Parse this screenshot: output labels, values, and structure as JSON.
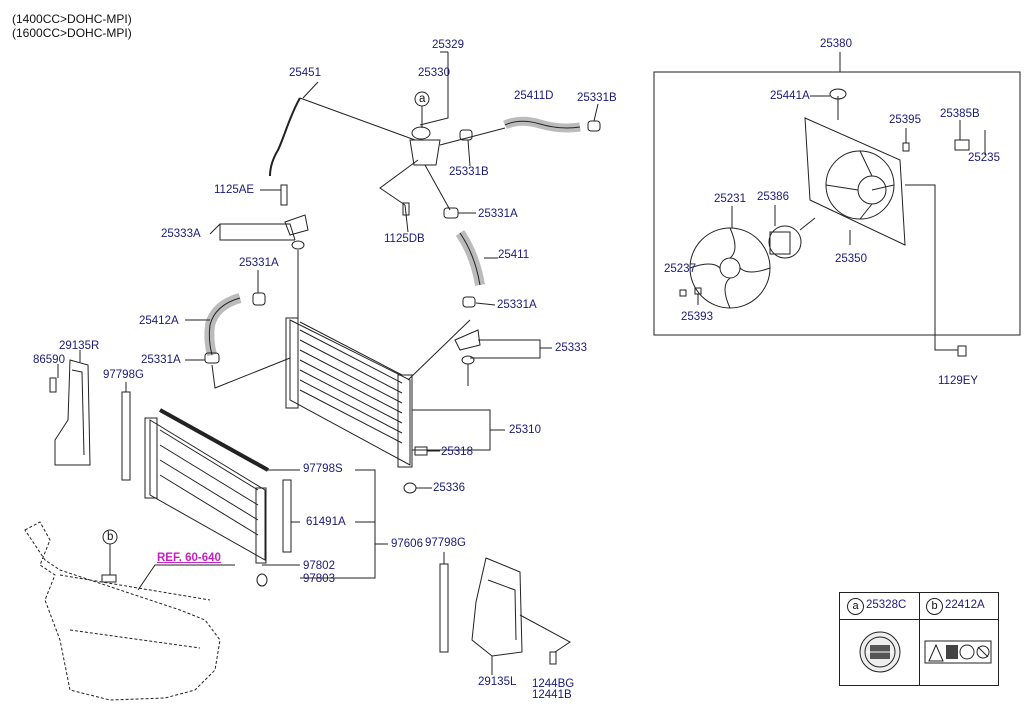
{
  "header": {
    "line1": "(1400CC>DOHC-MPI)",
    "line2": "(1600CC>DOHC-MPI)"
  },
  "labels": {
    "p25329": "25329",
    "p25330": "25330",
    "p25451": "25451",
    "p25411D": "25411D",
    "p25331B_top": "25331B",
    "p25380": "25380",
    "p25441A": "25441A",
    "p25395": "25395",
    "p25385B": "25385B",
    "p25235": "25235",
    "p25231": "25231",
    "p25386": "25386",
    "p25350": "25350",
    "p25237": "25237",
    "p25393": "25393",
    "p1129EY": "1129EY",
    "p1125AE": "1125AE",
    "p25331B_mid": "25331B",
    "p25331A_1": "25331A",
    "p1125DB": "1125DB",
    "p25333A": "25333A",
    "p25411": "25411",
    "p25331A_2": "25331A",
    "p25331A_3": "25331A",
    "p25412A": "25412A",
    "p25333": "25333",
    "p29135R": "29135R",
    "p25331A_4": "25331A",
    "p86590": "86590",
    "p97798G_l": "97798G",
    "p25310": "25310",
    "p25318": "25318",
    "p97798S": "97798S",
    "p25336": "25336",
    "p61491A": "61491A",
    "p97606": "97606",
    "p97798G_r": "97798G",
    "p97802": "97802",
    "p97803": "97803",
    "ref": "REF. 60-640",
    "p29135L": "29135L",
    "p1244BG": "1244BG",
    "p12441B": "12441B",
    "callout_a": "a",
    "callout_b": "b"
  },
  "legend": {
    "a_letter": "a",
    "a_code": "25328C",
    "b_letter": "b",
    "b_code": "22412A"
  }
}
